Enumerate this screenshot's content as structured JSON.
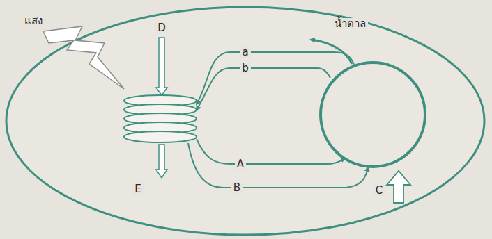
{
  "diagram": {
    "labels": [
      "แสง",
      "น้ำตาล",
      "D",
      "a",
      "b",
      "A",
      "B",
      "E",
      "C"
    ]
  }
}
